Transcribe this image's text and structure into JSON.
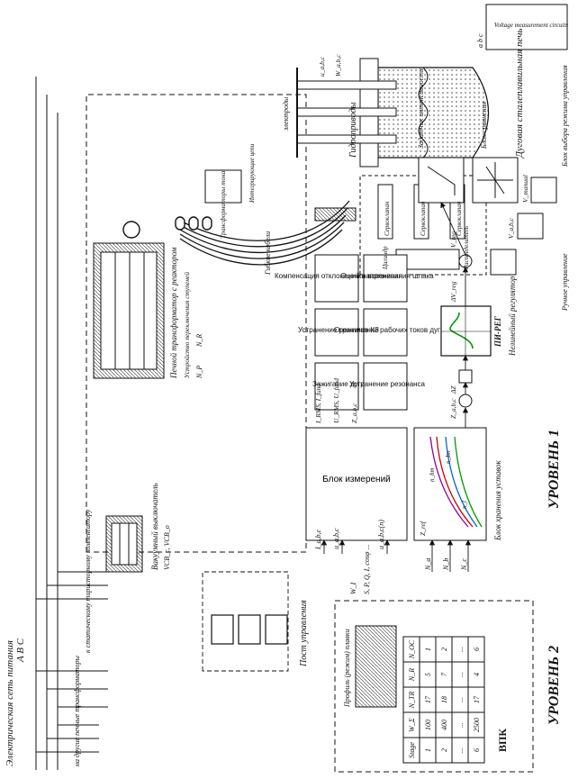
{
  "level_labels": {
    "level1": "УРОВЕНЬ 1",
    "level2": "УРОВЕНЬ 2"
  },
  "power": {
    "supply": "Электрическая сеть питания",
    "phases": "A B C",
    "to_other_transformers": "на другие печные трансформаторы",
    "to_compensator": "к статическому тиристорному компенсатору"
  },
  "equipment": {
    "vacuum_switch": "Вакуумный выключатель",
    "vs_signals": "VCB_c, VCB_o",
    "furnace_transformer": "Печной трансформатор с реактором",
    "tap_switch": "Устройство переключения ступеней",
    "np_label": "N_P",
    "nr_label": "N_R",
    "current_transformers": "Трансформаторы тока",
    "integrating_circuits": "Интегрирующие цепи",
    "flexible_cables": "Гибкие кабели",
    "furnace": "Дуговая сталеплавильная печь",
    "electrodes": "электроды",
    "hydraulics": "Гидроприводы",
    "cylinder": "Цилиндр",
    "distributor": "Распределитель",
    "valve1": "Сервоклапан",
    "valve2": "Сервоклапан",
    "valve3": "Сервоклапан",
    "voltage_circuits": "Voltage measurement circuits",
    "vmc_phases": "a b c"
  },
  "measurement": {
    "block": "Блок измерений",
    "inputs": [
      "I_a,b,c",
      "u_a,b,c",
      "u_a,b,c(n)"
    ],
    "outputs": [
      "I_RMS, I_fund",
      "U_RMS, U_fund",
      "Z_a,b,c"
    ],
    "set_signals": [
      "W_I",
      "S, P, Q, I, cosφ ..."
    ]
  },
  "functions": [
    "Зажигание дуги",
    "Устранение режимов КЗ",
    "Компенсация отклонений напряжения",
    "Устранение резонанса",
    "Ограничение рабочих токов дуг",
    "Оценка вспенивания шлака"
  ],
  "control": {
    "storage": "Блок хранения уставок",
    "regulator": "Нелинейный регулятор",
    "pi_reg": "ПИ-РЕГ",
    "setpoint_block": "Задатчик интенсивности",
    "comparator": "Блок сравнения",
    "selector": "Блок выбора режима управления",
    "manual": "Ручное управление",
    "signals": {
      "z_ref": "Z_ref",
      "z_abc": "Z_a,b,c",
      "dz": "ΔZ",
      "dv": "ΔV_reg",
      "v_reg": "V_reg",
      "v_abc": "V_a,b,c",
      "v_man": "V_manual",
      "u_abc": "u_a,b,c",
      "w_abc": "W_a,b,c"
    },
    "set_inputs": [
      "N_a",
      "N_b",
      "N_c"
    ],
    "curve_labels": [
      "n_hm",
      "n_Im",
      "n_l"
    ]
  },
  "level2": {
    "station": "Пост управления",
    "plc": "ВПК",
    "profile": "Профиль (режим) плавки",
    "stage_table": {
      "headers": [
        "Stage",
        "W_Σ",
        "N_TR",
        "N_R",
        "N_OC"
      ],
      "rows": [
        [
          "1",
          "100",
          "17",
          "5",
          "1"
        ],
        [
          "2",
          "400",
          "18",
          "7",
          "2"
        ],
        [
          "...",
          "...",
          "...",
          "...",
          "..."
        ],
        [
          "6",
          "2500",
          "17",
          "4",
          "6"
        ]
      ]
    }
  }
}
